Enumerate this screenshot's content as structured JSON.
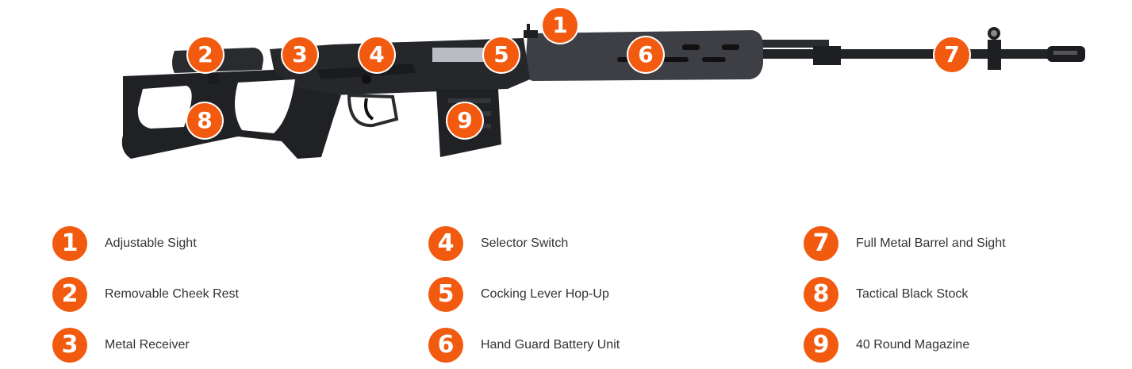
{
  "colors": {
    "accent": "#f25a0f",
    "rifle": "#1e1f22",
    "text": "#333333"
  },
  "callouts": [
    "1",
    "2",
    "3",
    "4",
    "5",
    "6",
    "7",
    "8",
    "9"
  ],
  "legend": [
    {
      "number": "1",
      "label": "Adjustable Sight"
    },
    {
      "number": "2",
      "label": "Removable Cheek Rest"
    },
    {
      "number": "3",
      "label": "Metal Receiver"
    },
    {
      "number": "4",
      "label": "Selector Switch"
    },
    {
      "number": "5",
      "label": "Cocking Lever Hop-Up"
    },
    {
      "number": "6",
      "label": "Hand Guard Battery Unit"
    },
    {
      "number": "7",
      "label": "Full Metal Barrel and Sight"
    },
    {
      "number": "8",
      "label": "Tactical Black Stock"
    },
    {
      "number": "9",
      "label": "40 Round Magazine"
    }
  ]
}
